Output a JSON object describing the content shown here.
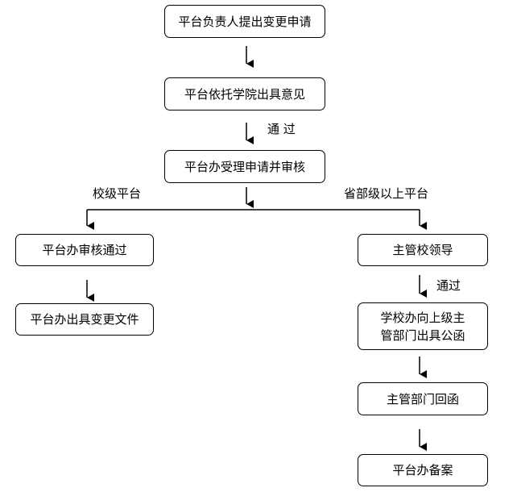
{
  "nodes": {
    "n1": "平台负责人提出变更申请",
    "n2": "平台依托学院出具意见",
    "n3": "平台办受理申请并审核",
    "left1": "平台办审核通过",
    "left2": "平台办出具变更文件",
    "right1": "主管校领导",
    "right2_line1": "学校办向上级主",
    "right2_line2": "管部门出具公函",
    "right3": "主管部门回函",
    "right4": "平台办备案"
  },
  "labels": {
    "pass1": "通 过",
    "school_level": "校级平台",
    "provincial_level": "省部级以上平台",
    "pass2": "通过"
  }
}
